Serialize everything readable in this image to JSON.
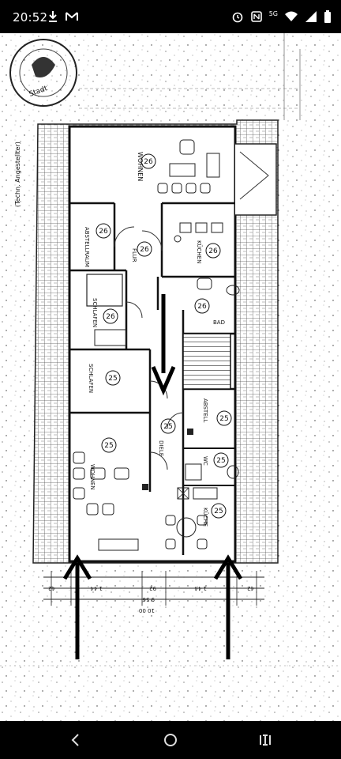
{
  "status_bar": {
    "time": "20:52",
    "network": "5G",
    "icons": [
      "download-icon",
      "gmail-icon",
      "alarm-icon",
      "nfc-icon",
      "wifi-icon",
      "signal-icon",
      "battery-icon"
    ]
  },
  "floor_plan": {
    "rooms": {
      "wohnen_top": {
        "label": "WOHNEN",
        "number": "26"
      },
      "abstellraum": {
        "label": "ABSTELLRAUM",
        "number": "26"
      },
      "flur": {
        "label": "FLUR",
        "number": "26"
      },
      "kuechen": {
        "label": "KÜCHEN",
        "number": "26"
      },
      "schlafen_top": {
        "label": "SCHLAFEN",
        "number": "26"
      },
      "bad": {
        "label": "BAD",
        "number": "26"
      },
      "schlafen_small": {
        "label": "SCHLAFEN",
        "number": "25"
      },
      "abstell": {
        "label": "ABSTELL",
        "number": "25"
      },
      "diele": {
        "label": "DIELE",
        "number": "25"
      },
      "wc": {
        "label": "WC",
        "number": "25"
      },
      "wohnen_bottom": {
        "label": "WOHNEN",
        "number": "25"
      },
      "kueche": {
        "label": "KÜCHE",
        "number": "25"
      }
    },
    "stamp_text": "Stadt",
    "signature_note": "(Techn. Angestellter)",
    "dimensions": {
      "d1": "42",
      "d2": "1 44",
      "d3": "92",
      "d4": "1 44",
      "d5": "42",
      "inner": "9 56",
      "total": "10 00"
    }
  }
}
